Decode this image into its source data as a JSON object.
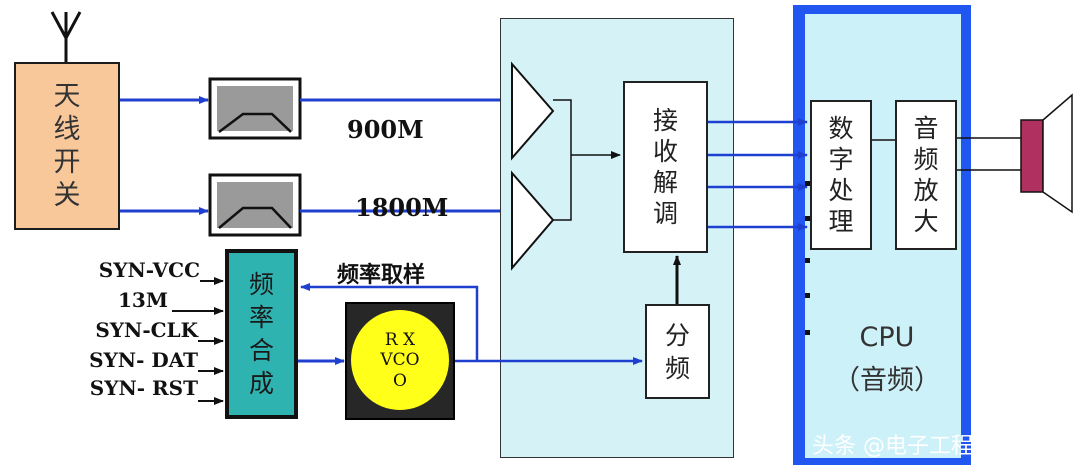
{
  "antenna_switch": {
    "chars": [
      "天",
      "线",
      "开",
      "关"
    ]
  },
  "band_labels": {
    "band_900": "900M",
    "band_1800": "1800M"
  },
  "synth": {
    "chars": [
      "频",
      "率",
      "合",
      "成"
    ],
    "inputs": [
      "SYN-VCC",
      "13M",
      "SYN-CLK",
      "SYN- DAT",
      "SYN- RST"
    ],
    "sample_label": "频率取样"
  },
  "vco": {
    "line1": "R X",
    "line2": "VCO",
    "line3": "O"
  },
  "demodulator": {
    "chars": [
      "接",
      "收",
      "解",
      "调"
    ]
  },
  "divider": {
    "chars": [
      "分",
      "频"
    ]
  },
  "dsp": {
    "chars": [
      "数",
      "字",
      "处",
      "理"
    ]
  },
  "audio_amp": {
    "chars": [
      "音",
      "频",
      "放",
      "大"
    ]
  },
  "cpu": {
    "title": "CPU",
    "subtitle": "（音频）"
  },
  "watermark": "头条 @电子工程世界",
  "colors": {
    "signal_arrow": "#1f3fd1",
    "antenna_fill": "#f8c89b",
    "synth_fill": "#2fb3b0",
    "vco_fill": "#ffff1a",
    "rf_panel_fill": "#d5f3f7",
    "cpu_border": "#2156f0",
    "speaker_fill": "#b03060"
  }
}
